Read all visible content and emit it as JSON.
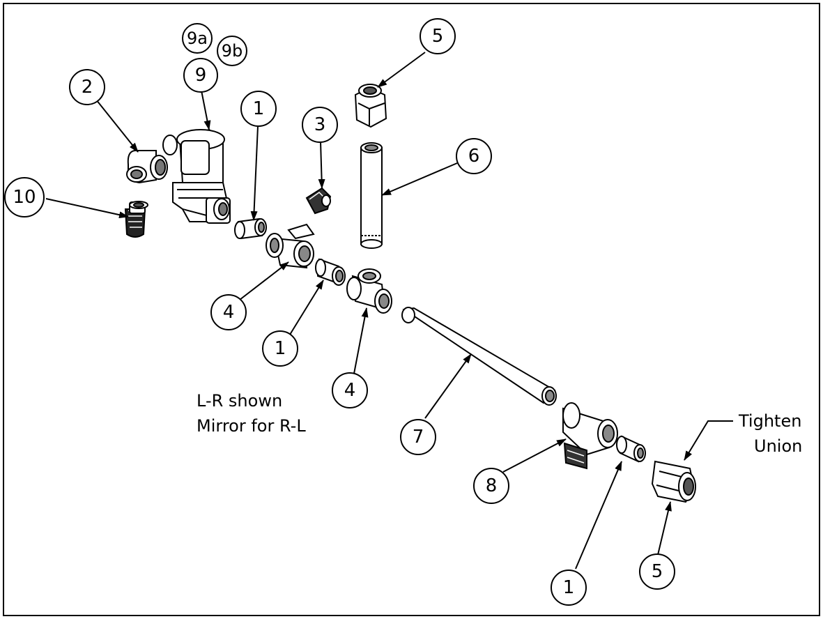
{
  "diagram": {
    "balloons": {
      "b9a": "9a",
      "b9b": "9b",
      "b9": "9",
      "b2": "2",
      "b1_top": "1",
      "b3": "3",
      "b5_top": "5",
      "b6": "6",
      "b10": "10",
      "b4_left": "4",
      "b1_mid": "1",
      "b4_mid": "4",
      "b7": "7",
      "b8": "8",
      "b1_bottom": "1",
      "b5_bottom": "5"
    },
    "notes": {
      "lr_line1": "L-R shown",
      "lr_line2": "Mirror for R-L",
      "tighten_line1": "Tighten",
      "tighten_line2": "Union"
    }
  }
}
